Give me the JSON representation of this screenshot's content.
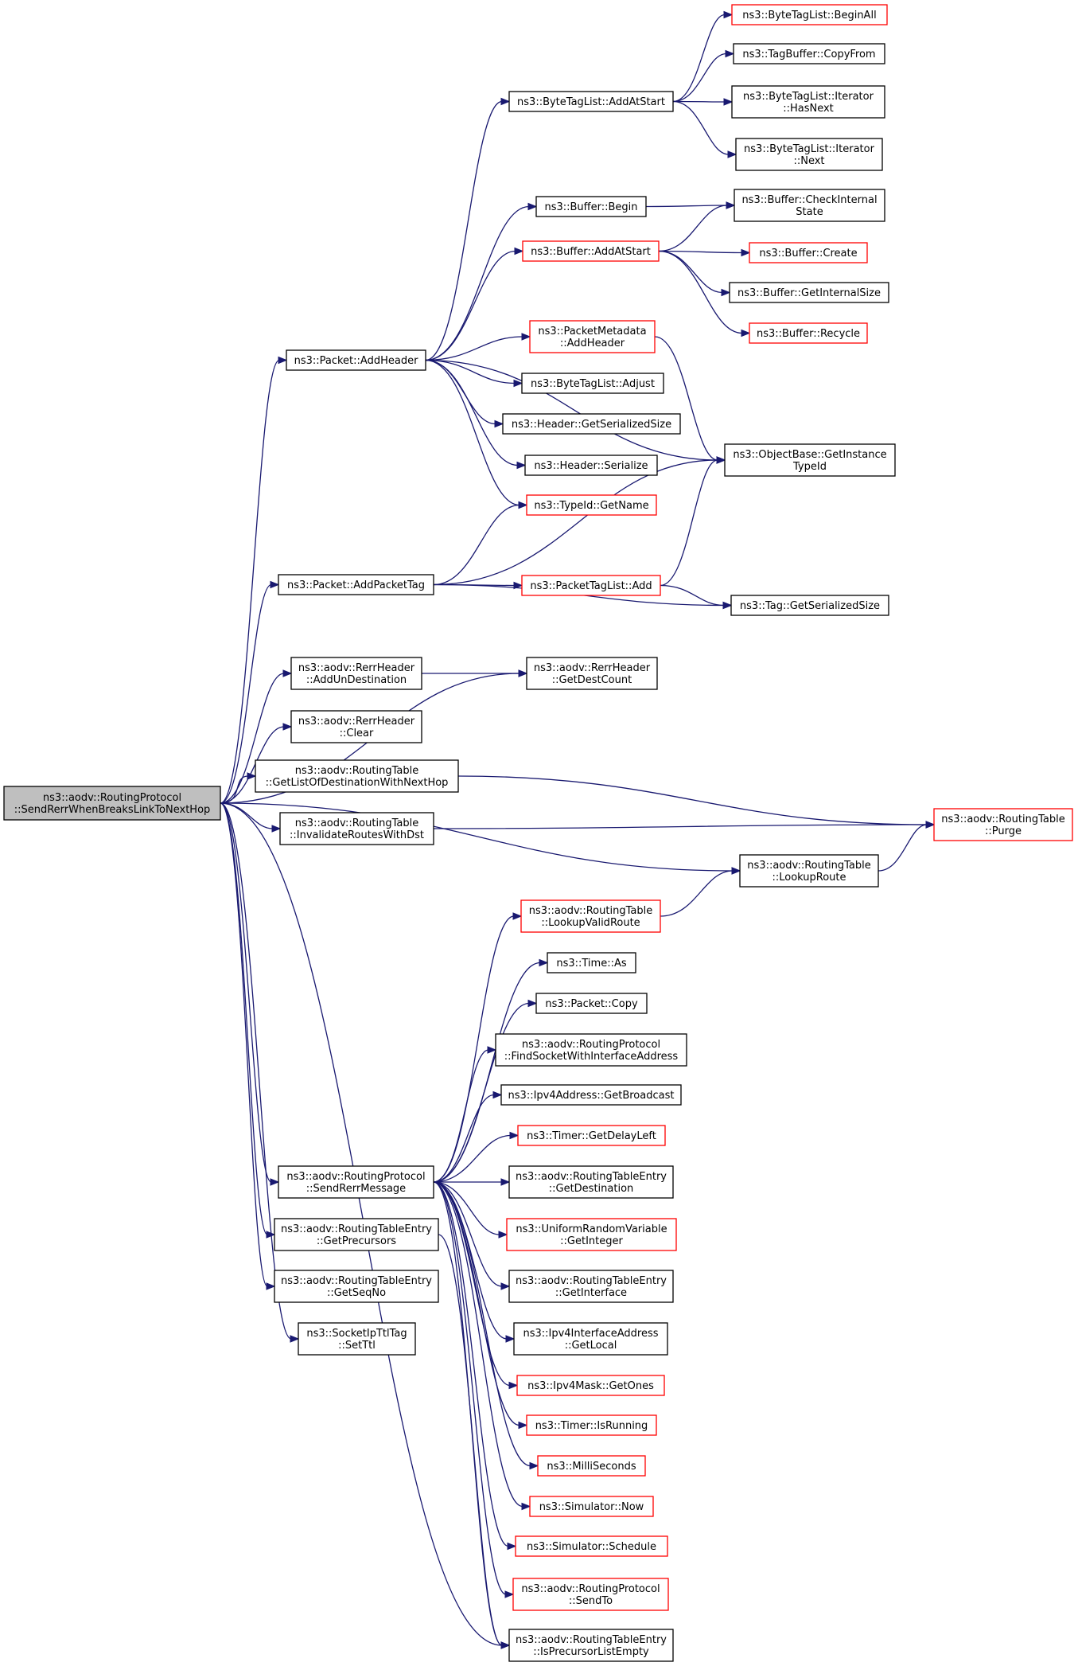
{
  "diagram": {
    "nodes": [
      {
        "id": "root",
        "lines": [
          "ns3::aodv::RoutingProtocol",
          "::SendRerrWhenBreaksLinkToNextHop"
        ],
        "style": "root"
      },
      {
        "id": "packet_addheader",
        "lines": [
          "ns3::Packet::AddHeader"
        ],
        "style": "normal"
      },
      {
        "id": "packet_addpackettag",
        "lines": [
          "ns3::Packet::AddPacketTag"
        ],
        "style": "normal"
      },
      {
        "id": "rerr_addundest",
        "lines": [
          "ns3::aodv::RerrHeader",
          "::AddUnDestination"
        ],
        "style": "normal"
      },
      {
        "id": "rerr_clear",
        "lines": [
          "ns3::aodv::RerrHeader",
          "::Clear"
        ],
        "style": "normal"
      },
      {
        "id": "rt_getlist",
        "lines": [
          "ns3::aodv::RoutingTable",
          "::GetListOfDestinationWithNextHop"
        ],
        "style": "normal"
      },
      {
        "id": "rt_invalidate",
        "lines": [
          "ns3::aodv::RoutingTable",
          "::InvalidateRoutesWithDst"
        ],
        "style": "normal"
      },
      {
        "id": "rt_lookuproute",
        "lines": [
          "ns3::aodv::RoutingTable",
          "::LookupRoute"
        ],
        "style": "normal"
      },
      {
        "id": "rp_sendrerr",
        "lines": [
          "ns3::aodv::RoutingProtocol",
          "::SendRerrMessage"
        ],
        "style": "normal"
      },
      {
        "id": "rte_getprecursors",
        "lines": [
          "ns3::aodv::RoutingTableEntry",
          "::GetPrecursors"
        ],
        "style": "normal"
      },
      {
        "id": "rte_getseqno",
        "lines": [
          "ns3::aodv::RoutingTableEntry",
          "::GetSeqNo"
        ],
        "style": "normal"
      },
      {
        "id": "socket_setttl",
        "lines": [
          "ns3::SocketIpTtlTag",
          "::SetTtl"
        ],
        "style": "normal"
      },
      {
        "id": "btl_addatstart",
        "lines": [
          "ns3::ByteTagList::AddAtStart"
        ],
        "style": "normal"
      },
      {
        "id": "btl_beginall",
        "lines": [
          "ns3::ByteTagList::BeginAll"
        ],
        "style": "red"
      },
      {
        "id": "tagbuffer_copyfrom",
        "lines": [
          "ns3::TagBuffer::CopyFrom"
        ],
        "style": "normal"
      },
      {
        "id": "btl_it_hasnext",
        "lines": [
          "ns3::ByteTagList::Iterator",
          "::HasNext"
        ],
        "style": "normal"
      },
      {
        "id": "btl_it_next",
        "lines": [
          "ns3::ByteTagList::Iterator",
          "::Next"
        ],
        "style": "normal"
      },
      {
        "id": "buffer_begin",
        "lines": [
          "ns3::Buffer::Begin"
        ],
        "style": "normal"
      },
      {
        "id": "buffer_checkinternal",
        "lines": [
          "ns3::Buffer::CheckInternal",
          "State"
        ],
        "style": "normal"
      },
      {
        "id": "buffer_addatstart",
        "lines": [
          "ns3::Buffer::AddAtStart"
        ],
        "style": "red"
      },
      {
        "id": "buffer_create",
        "lines": [
          "ns3::Buffer::Create"
        ],
        "style": "red"
      },
      {
        "id": "buffer_getinternalsize",
        "lines": [
          "ns3::Buffer::GetInternalSize"
        ],
        "style": "normal"
      },
      {
        "id": "buffer_recycle",
        "lines": [
          "ns3::Buffer::Recycle"
        ],
        "style": "red"
      },
      {
        "id": "pm_addheader",
        "lines": [
          "ns3::PacketMetadata",
          "::AddHeader"
        ],
        "style": "red"
      },
      {
        "id": "btl_adjust",
        "lines": [
          "ns3::ByteTagList::Adjust"
        ],
        "style": "normal"
      },
      {
        "id": "header_getserializedsize",
        "lines": [
          "ns3::Header::GetSerializedSize"
        ],
        "style": "normal"
      },
      {
        "id": "header_serialize",
        "lines": [
          "ns3::Header::Serialize"
        ],
        "style": "normal"
      },
      {
        "id": "objectbase_getinstancetypeid",
        "lines": [
          "ns3::ObjectBase::GetInstance",
          "TypeId"
        ],
        "style": "normal"
      },
      {
        "id": "typeid_getname",
        "lines": [
          "ns3::TypeId::GetName"
        ],
        "style": "red"
      },
      {
        "id": "ptl_add",
        "lines": [
          "ns3::PacketTagList::Add"
        ],
        "style": "red"
      },
      {
        "id": "tag_getserializedsize",
        "lines": [
          "ns3::Tag::GetSerializedSize"
        ],
        "style": "normal"
      },
      {
        "id": "rerr_getdestcount",
        "lines": [
          "ns3::aodv::RerrHeader",
          "::GetDestCount"
        ],
        "style": "normal"
      },
      {
        "id": "rt_purge",
        "lines": [
          "ns3::aodv::RoutingTable",
          "::Purge"
        ],
        "style": "red"
      },
      {
        "id": "rt_lookupvalidroute",
        "lines": [
          "ns3::aodv::RoutingTable",
          "::LookupValidRoute"
        ],
        "style": "red"
      },
      {
        "id": "time_as",
        "lines": [
          "ns3::Time::As"
        ],
        "style": "normal"
      },
      {
        "id": "packet_copy",
        "lines": [
          "ns3::Packet::Copy"
        ],
        "style": "normal"
      },
      {
        "id": "rp_findsocket",
        "lines": [
          "ns3::aodv::RoutingProtocol",
          "::FindSocketWithInterfaceAddress"
        ],
        "style": "normal"
      },
      {
        "id": "ipv4addr_getbroadcast",
        "lines": [
          "ns3::Ipv4Address::GetBroadcast"
        ],
        "style": "normal"
      },
      {
        "id": "timer_getdelayleft",
        "lines": [
          "ns3::Timer::GetDelayLeft"
        ],
        "style": "red"
      },
      {
        "id": "rte_getdestination",
        "lines": [
          "ns3::aodv::RoutingTableEntry",
          "::GetDestination"
        ],
        "style": "normal"
      },
      {
        "id": "urv_getinteger",
        "lines": [
          "ns3::UniformRandomVariable",
          "::GetInteger"
        ],
        "style": "red"
      },
      {
        "id": "rte_getinterface",
        "lines": [
          "ns3::aodv::RoutingTableEntry",
          "::GetInterface"
        ],
        "style": "normal"
      },
      {
        "id": "ipv4ifaddr_getlocal",
        "lines": [
          "ns3::Ipv4InterfaceAddress",
          "::GetLocal"
        ],
        "style": "normal"
      },
      {
        "id": "ipv4mask_getones",
        "lines": [
          "ns3::Ipv4Mask::GetOnes"
        ],
        "style": "red"
      },
      {
        "id": "timer_isrunning",
        "lines": [
          "ns3::Timer::IsRunning"
        ],
        "style": "red"
      },
      {
        "id": "milliseconds",
        "lines": [
          "ns3::MilliSeconds"
        ],
        "style": "red"
      },
      {
        "id": "simulator_now",
        "lines": [
          "ns3::Simulator::Now"
        ],
        "style": "red"
      },
      {
        "id": "simulator_schedule",
        "lines": [
          "ns3::Simulator::Schedule"
        ],
        "style": "red"
      },
      {
        "id": "rp_sendto",
        "lines": [
          "ns3::aodv::RoutingProtocol",
          "::SendTo"
        ],
        "style": "red"
      },
      {
        "id": "rte_isprecursorlistempty",
        "lines": [
          "ns3::aodv::RoutingTableEntry",
          "::IsPrecursorListEmpty"
        ],
        "style": "normal"
      }
    ],
    "edges": [
      [
        "root",
        "packet_addheader"
      ],
      [
        "root",
        "packet_addpackettag"
      ],
      [
        "root",
        "rerr_addundest"
      ],
      [
        "root",
        "rerr_clear"
      ],
      [
        "root",
        "rerr_getdestcount"
      ],
      [
        "root",
        "rt_getlist"
      ],
      [
        "root",
        "rt_invalidate"
      ],
      [
        "root",
        "rt_lookuproute"
      ],
      [
        "root",
        "rp_sendrerr"
      ],
      [
        "root",
        "rte_getprecursors"
      ],
      [
        "root",
        "rte_getseqno"
      ],
      [
        "root",
        "socket_setttl"
      ],
      [
        "root",
        "rte_isprecursorlistempty"
      ],
      [
        "packet_addheader",
        "btl_addatstart"
      ],
      [
        "packet_addheader",
        "buffer_begin"
      ],
      [
        "packet_addheader",
        "buffer_addatstart"
      ],
      [
        "packet_addheader",
        "pm_addheader"
      ],
      [
        "packet_addheader",
        "btl_adjust"
      ],
      [
        "packet_addheader",
        "header_getserializedsize"
      ],
      [
        "packet_addheader",
        "header_serialize"
      ],
      [
        "packet_addheader",
        "objectbase_getinstancetypeid"
      ],
      [
        "packet_addheader",
        "typeid_getname"
      ],
      [
        "btl_addatstart",
        "btl_beginall"
      ],
      [
        "btl_addatstart",
        "tagbuffer_copyfrom"
      ],
      [
        "btl_addatstart",
        "btl_it_hasnext"
      ],
      [
        "btl_addatstart",
        "btl_it_next"
      ],
      [
        "buffer_begin",
        "buffer_checkinternal"
      ],
      [
        "buffer_addatstart",
        "buffer_checkinternal"
      ],
      [
        "buffer_addatstart",
        "buffer_create"
      ],
      [
        "buffer_addatstart",
        "buffer_getinternalsize"
      ],
      [
        "buffer_addatstart",
        "buffer_recycle"
      ],
      [
        "pm_addheader",
        "objectbase_getinstancetypeid"
      ],
      [
        "packet_addpackettag",
        "typeid_getname"
      ],
      [
        "packet_addpackettag",
        "objectbase_getinstancetypeid"
      ],
      [
        "packet_addpackettag",
        "ptl_add"
      ],
      [
        "packet_addpackettag",
        "tag_getserializedsize"
      ],
      [
        "ptl_add",
        "objectbase_getinstancetypeid"
      ],
      [
        "ptl_add",
        "tag_getserializedsize"
      ],
      [
        "rerr_addundest",
        "rerr_getdestcount"
      ],
      [
        "rt_getlist",
        "rt_purge"
      ],
      [
        "rt_invalidate",
        "rt_purge"
      ],
      [
        "rt_lookuproute",
        "rt_purge"
      ],
      [
        "rp_sendrerr",
        "rt_lookupvalidroute"
      ],
      [
        "rt_lookupvalidroute",
        "rt_lookuproute"
      ],
      [
        "rp_sendrerr",
        "time_as"
      ],
      [
        "rp_sendrerr",
        "packet_copy"
      ],
      [
        "rp_sendrerr",
        "rp_findsocket"
      ],
      [
        "rp_sendrerr",
        "ipv4addr_getbroadcast"
      ],
      [
        "rp_sendrerr",
        "timer_getdelayleft"
      ],
      [
        "rp_sendrerr",
        "rte_getdestination"
      ],
      [
        "rp_sendrerr",
        "urv_getinteger"
      ],
      [
        "rp_sendrerr",
        "rte_getinterface"
      ],
      [
        "rp_sendrerr",
        "ipv4ifaddr_getlocal"
      ],
      [
        "rp_sendrerr",
        "ipv4mask_getones"
      ],
      [
        "rp_sendrerr",
        "timer_isrunning"
      ],
      [
        "rp_sendrerr",
        "milliseconds"
      ],
      [
        "rp_sendrerr",
        "simulator_now"
      ],
      [
        "rp_sendrerr",
        "simulator_schedule"
      ],
      [
        "rp_sendrerr",
        "rp_sendto"
      ],
      [
        "rp_sendrerr",
        "rte_isprecursorlistempty"
      ],
      [
        "rte_getprecursors",
        "rte_isprecursorlistempty"
      ]
    ]
  },
  "colors": {
    "edge": "#191970",
    "box_border": "#000000",
    "box_border_red": "#ff0000",
    "root_fill": "#bfbfbf",
    "background": "#ffffff"
  }
}
